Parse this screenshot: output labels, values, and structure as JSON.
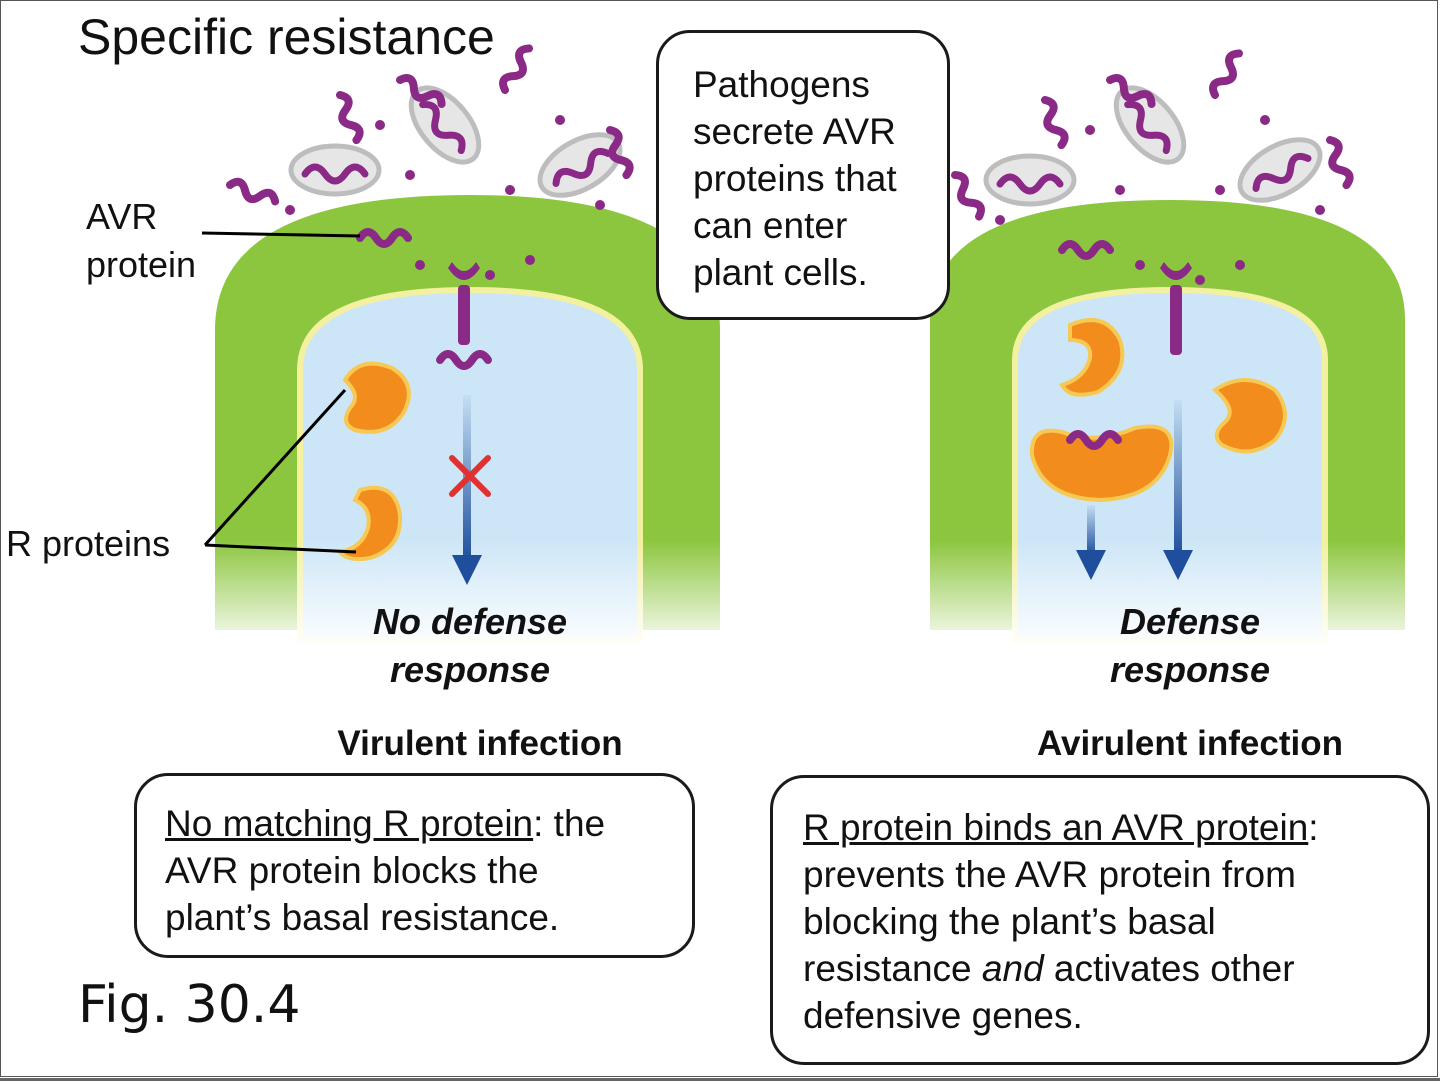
{
  "title": "Specific resistance",
  "labels": {
    "avr": [
      "AVR",
      "protein"
    ],
    "r_proteins": "R proteins"
  },
  "callout": [
    "Pathogens",
    "secrete AVR",
    "proteins that",
    "can enter",
    "plant cells."
  ],
  "left": {
    "response": [
      "No defense",
      "response"
    ],
    "infection": "Virulent infection",
    "box": {
      "underlined": "No matching R protein",
      "line1_rest": ": the",
      "line2": "AVR protein blocks the",
      "line3": "plant’s basal resistance."
    }
  },
  "right": {
    "response": [
      "Defense",
      "response"
    ],
    "infection": "Avirulent infection",
    "box": {
      "underlined": "R protein binds an AVR protein",
      "line1_rest": ":",
      "line2": "prevents the AVR protein from",
      "line3": "blocking the plant’s basal",
      "line4_before": "resistance ",
      "line4_em": "and",
      "line4_after": " activates other",
      "line5": "defensive genes."
    }
  },
  "figure": "Fig. 30.4",
  "colors": {
    "cell_wall": "#8cc63f",
    "cytoplasm": "#cde6f7",
    "membrane": "#f3f0a0",
    "r_protein": "#f28c1c",
    "avr_protein": "#8a2a86",
    "arrow": "#1f4f9c",
    "block_x": "#e03030"
  }
}
